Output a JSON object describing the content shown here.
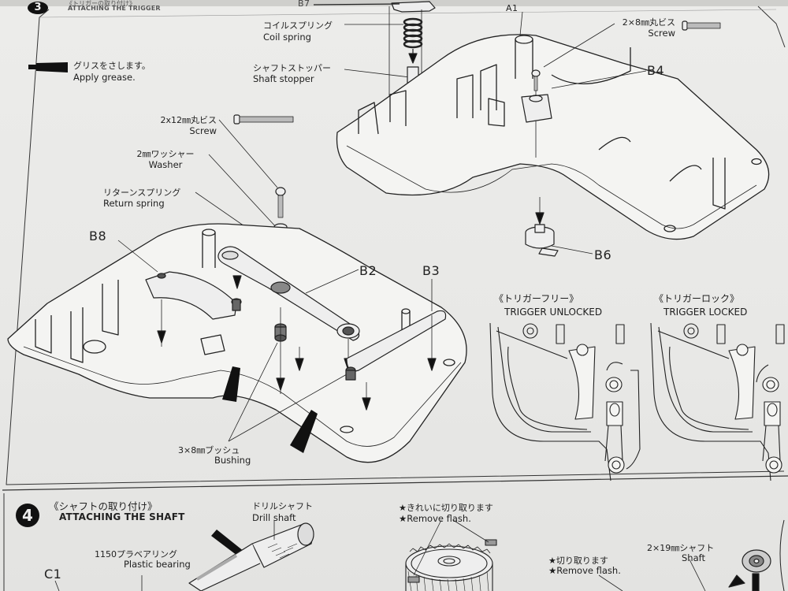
{
  "document": {
    "type": "assembly-instruction-manual"
  },
  "step3": {
    "number": "3",
    "title_jp": "《トリガーの取り付け》",
    "title_en": "ATTACHING THE TRIGGER",
    "grease_note": {
      "jp": "グリスをさします。",
      "en": "Apply grease.",
      "icon": "grease-tube-icon"
    },
    "labels": {
      "coil_spring": {
        "jp": "コイルスプリング",
        "en": "Coil spring"
      },
      "shaft_stopper": {
        "jp": "シャフトストッパー",
        "en": "Shaft stopper"
      },
      "screw_2x12": {
        "jp": "2x12㎜丸ビス",
        "en": "Screw"
      },
      "washer": {
        "jp": "2㎜ワッシャー",
        "en": "Washer"
      },
      "return_spring": {
        "jp": "リターンスプリング",
        "en": "Return spring"
      },
      "screw_2x8": {
        "jp": "2×8㎜丸ビス",
        "en": "Screw"
      },
      "bushing": {
        "jp": "3×8㎜ブッシュ",
        "en": "Bushing"
      }
    },
    "parts": {
      "b7": "B7",
      "a1": "A1",
      "b4": "B4",
      "b6": "B6",
      "b8": "B8",
      "b2": "B2",
      "b3": "B3"
    },
    "trigger_states": [
      {
        "jp": "《トリガーフリー》",
        "en": "TRIGGER UNLOCKED"
      },
      {
        "jp": "《トリガーロック》",
        "en": "TRIGGER LOCKED"
      }
    ]
  },
  "step4": {
    "number": "4",
    "title_jp": "《シャフトの取り付け》",
    "title_en": "ATTACHING THE SHAFT",
    "labels": {
      "drill_shaft": {
        "jp": "ドリルシャフト",
        "en": "Drill shaft"
      },
      "plastic_bearing": {
        "jp": "1150プラベアリング",
        "en": "Plastic bearing"
      },
      "remove_flash_1": {
        "jp": "★きれいに切り取ります",
        "en": "★Remove flash."
      },
      "remove_flash_2": {
        "jp": "★切り取ります",
        "en": "★Remove flash."
      },
      "shaft_2x19": {
        "jp": "2×19㎜シャフト",
        "en": "Shaft"
      }
    },
    "parts": {
      "c1": "C1"
    }
  }
}
